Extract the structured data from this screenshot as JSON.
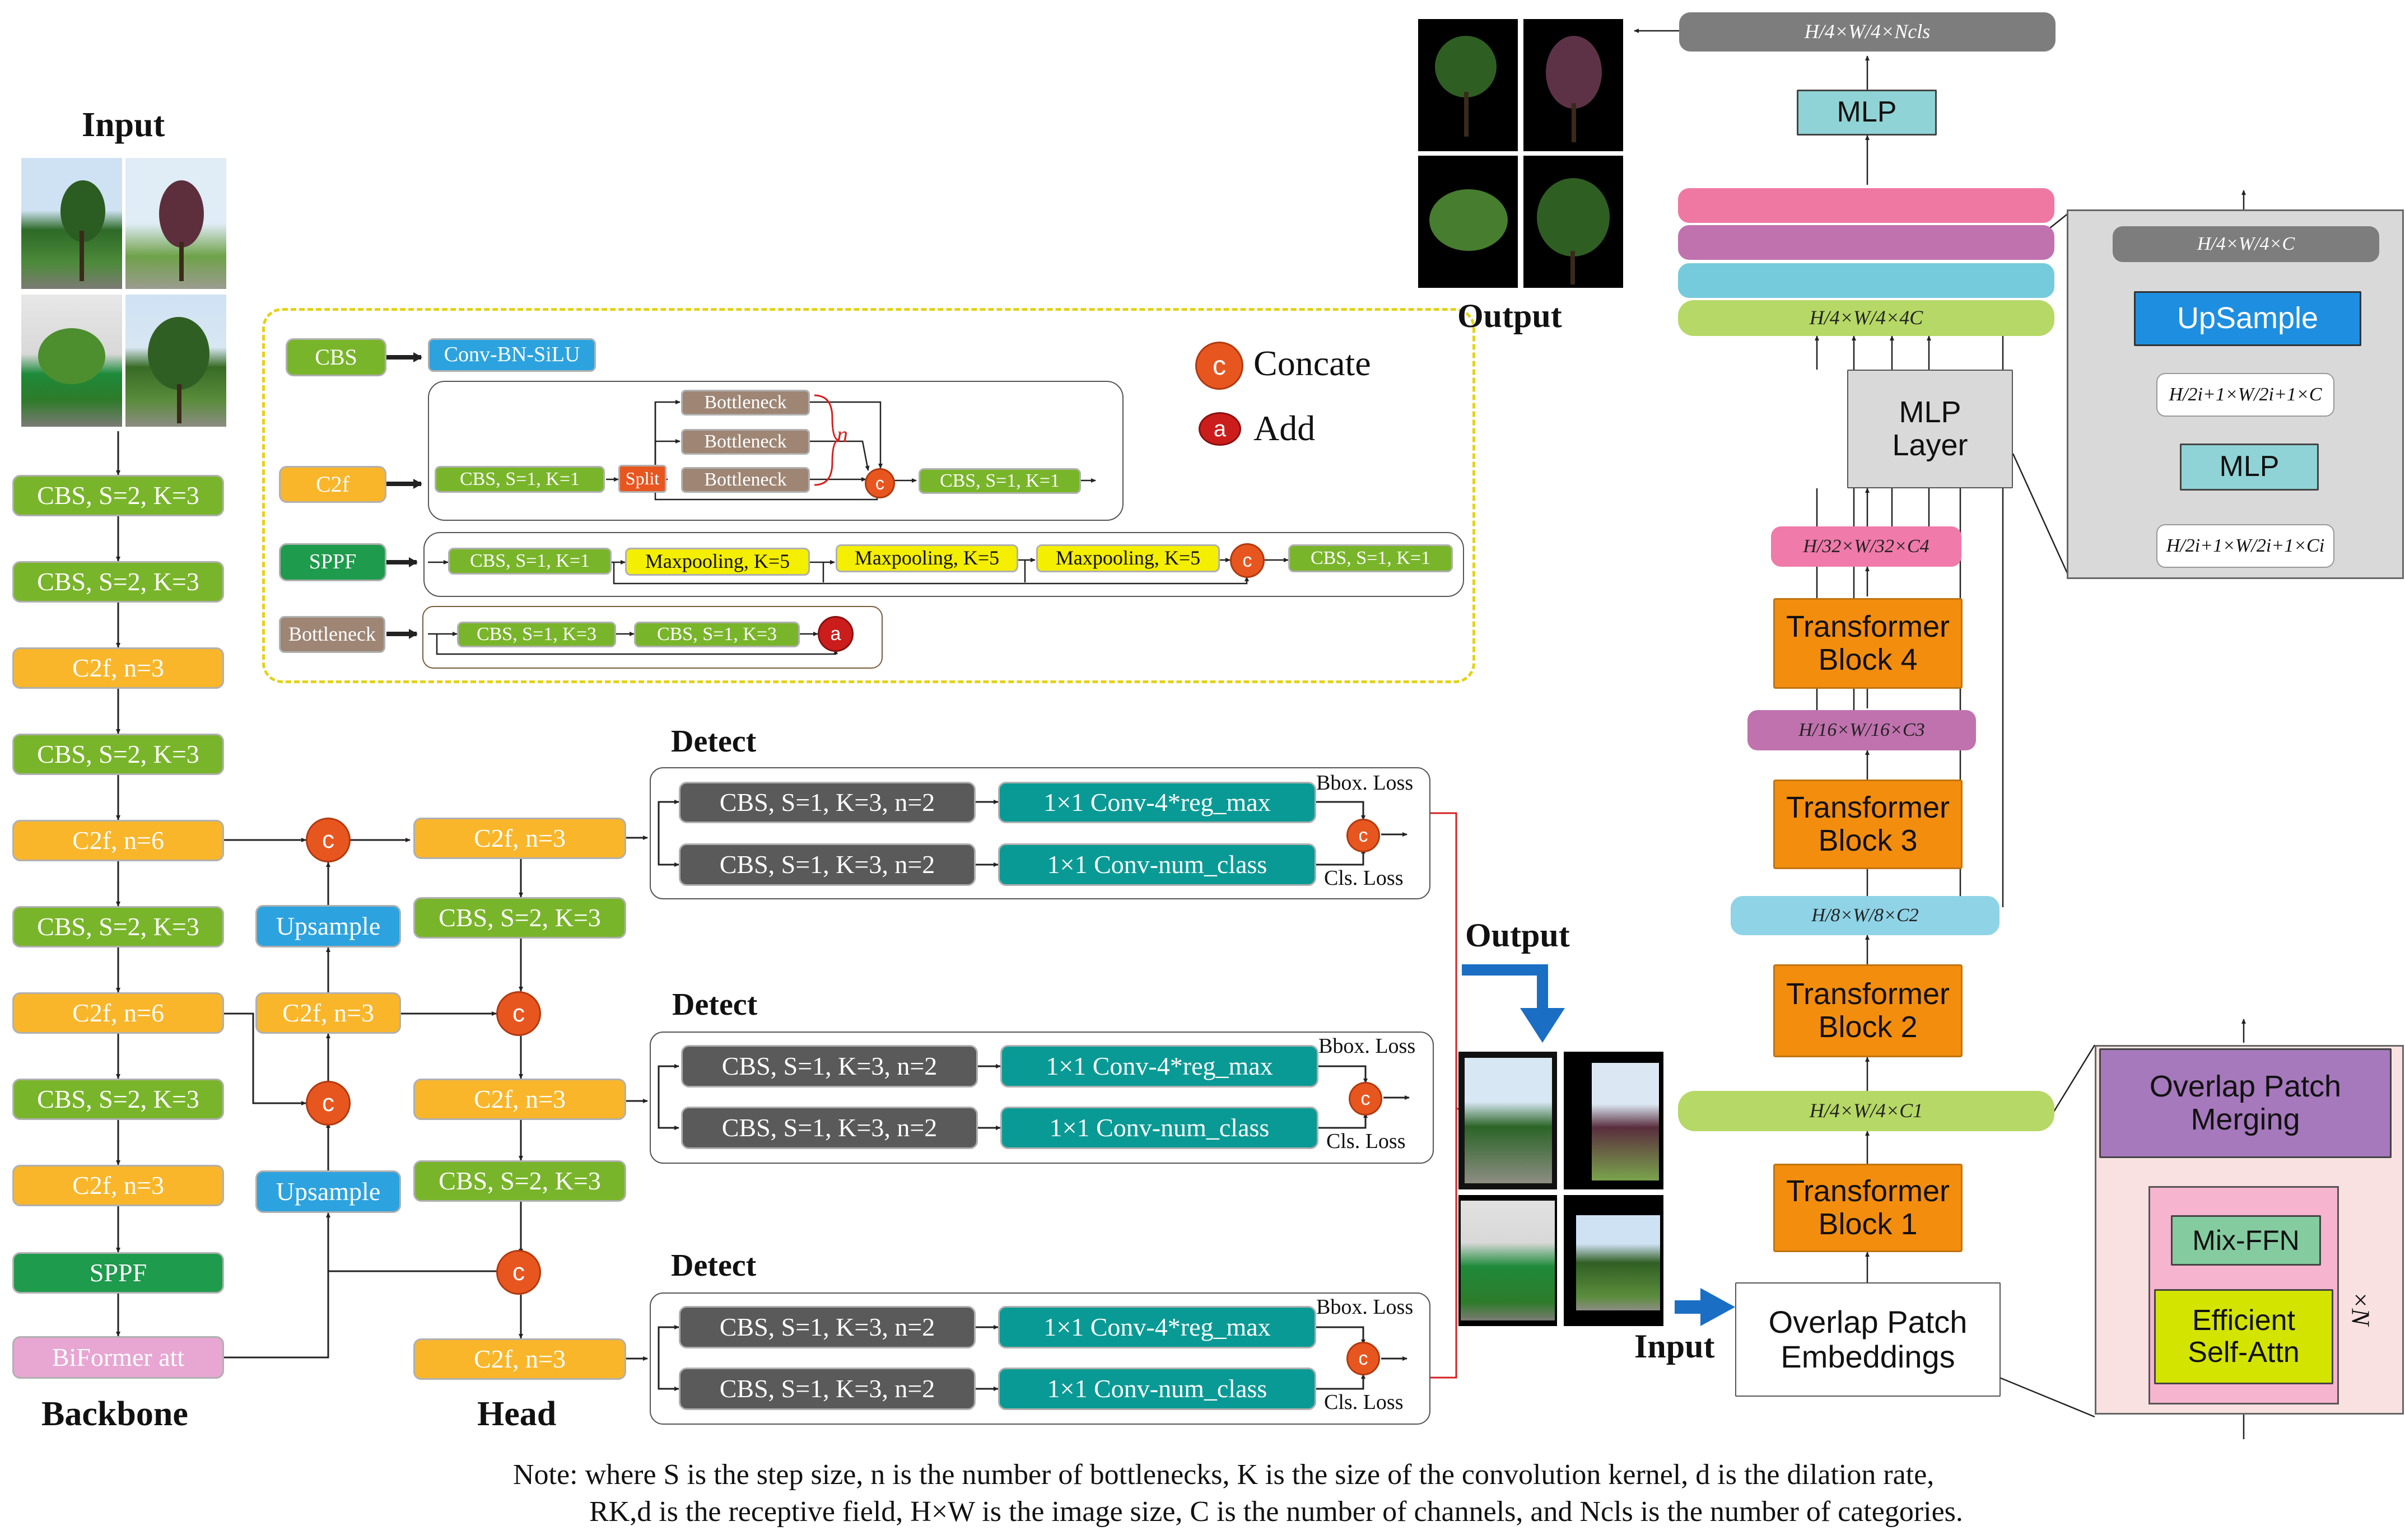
{
  "backbone": {
    "input_label": "Input",
    "title": "Backbone",
    "layers": [
      "CBS, S=2, K=3",
      "CBS, S=2, K=3",
      "C2f, n=3",
      "CBS, S=2, K=3",
      "C2f, n=6",
      "CBS, S=2, K=3",
      "C2f, n=6",
      "CBS, S=2, K=3",
      "C2f, n=3",
      "SPPF",
      "BiFormer att"
    ]
  },
  "neck": {
    "upsample1": "Upsample",
    "c2f_mid": "C2f, n=3",
    "upsample2": "Upsample"
  },
  "head": {
    "title": "Head",
    "c2f_1": "C2f, n=3",
    "cbs_1": "CBS, S=2, K=3",
    "c2f_2": "C2f, n=3",
    "cbs_2": "CBS, S=2, K=3",
    "c2f_3": "C2f, n=3"
  },
  "concat_symbol": "c",
  "add_symbol": "a",
  "detect": {
    "title": "Detect",
    "cbs": "CBS, S=1, K=3, n=2",
    "conv_reg": "1×1 Conv-4*reg_max",
    "conv_cls": "1×1 Conv-num_class",
    "bbox_loss": "Bbox. Loss",
    "cls_loss": "Cls. Loss"
  },
  "legend": {
    "cbs": "CBS",
    "cbs_def": "Conv-BN-SiLU",
    "c2f": "C2f",
    "bottleneck": "Bottleneck",
    "n_label": "n",
    "cbs_s1k1": "CBS, S=1, K=1",
    "split": "Split",
    "sppf": "SPPF",
    "maxpool": "Maxpooling, K=5",
    "bottleneck_label": "Bottleneck",
    "cbs_s1k3": "CBS, S=1, K=3",
    "concate": "Concate",
    "add": "Add"
  },
  "middle": {
    "output_label": "Output",
    "input_label": "Input"
  },
  "top_output_label": "Output",
  "segformer": {
    "top_dim": "H/4×W/4×Ncls",
    "mlp_top": "MLP",
    "concat_dim": "H/4×W/4×4C",
    "mlp_layer": "MLP\nLayer",
    "c4": "H/32×W/32×C4",
    "tb4": "Transformer\nBlock 4",
    "c3": "H/16×W/16×C3",
    "tb3": "Transformer\nBlock 3",
    "c2": "H/8×W/8×C2",
    "tb2": "Transformer\nBlock 2",
    "c1": "H/4×W/4×C1",
    "tb1": "Transformer\nBlock 1",
    "embed": "Overlap Patch\nEmbeddings"
  },
  "mlp_detail": {
    "out_dim": "H/4×W/4×C",
    "upsample": "UpSample",
    "mid_dim": "H/2i+1×W/2i+1×C",
    "mlp": "MLP",
    "in_dim": "H/2i+1×W/2i+1×Ci"
  },
  "block_detail": {
    "merging": "Overlap Patch\nMerging",
    "mixffn": "Mix-FFN",
    "attn": "Efficient\nSelf-Attn",
    "repeat": "×N"
  },
  "note": {
    "line1": "Note: where S is the step size, n is the number of bottlenecks, K is the size of the convolution kernel, d is the dilation rate,",
    "line2": "RK,d is the receptive field, H×W is the image size, C is the number of channels, and Ncls is the number of categories."
  },
  "colors": {
    "cbs": "#79b52a",
    "c2f": "#f9b62b",
    "sppf": "#1e9b4c",
    "biformer": "#e8a6d3",
    "upsample": "#2ca3df",
    "conv": "#0a9a95",
    "concat": "#e85620",
    "add": "#cc1d1d",
    "transformer": "#f38d0e"
  }
}
